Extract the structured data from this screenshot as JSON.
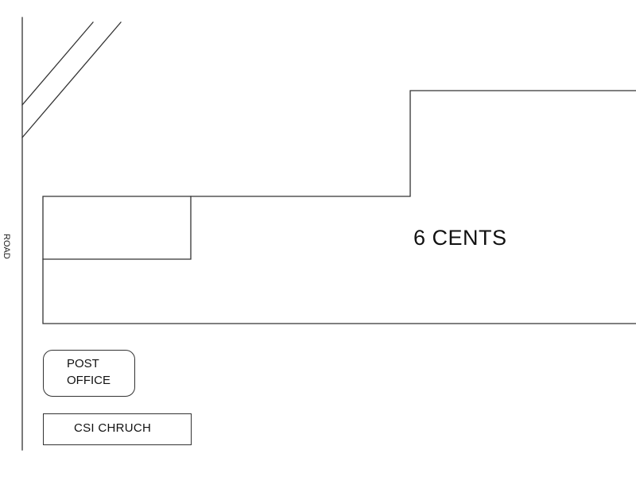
{
  "diagram": {
    "plot_label": "6 CENTS",
    "road_label": "ROAD",
    "landmarks": {
      "post_office": [
        "POST",
        "OFFICE"
      ],
      "church": "CSI CHRUCH"
    },
    "stroke_color": "#333333",
    "background_color": "#ffffff"
  }
}
